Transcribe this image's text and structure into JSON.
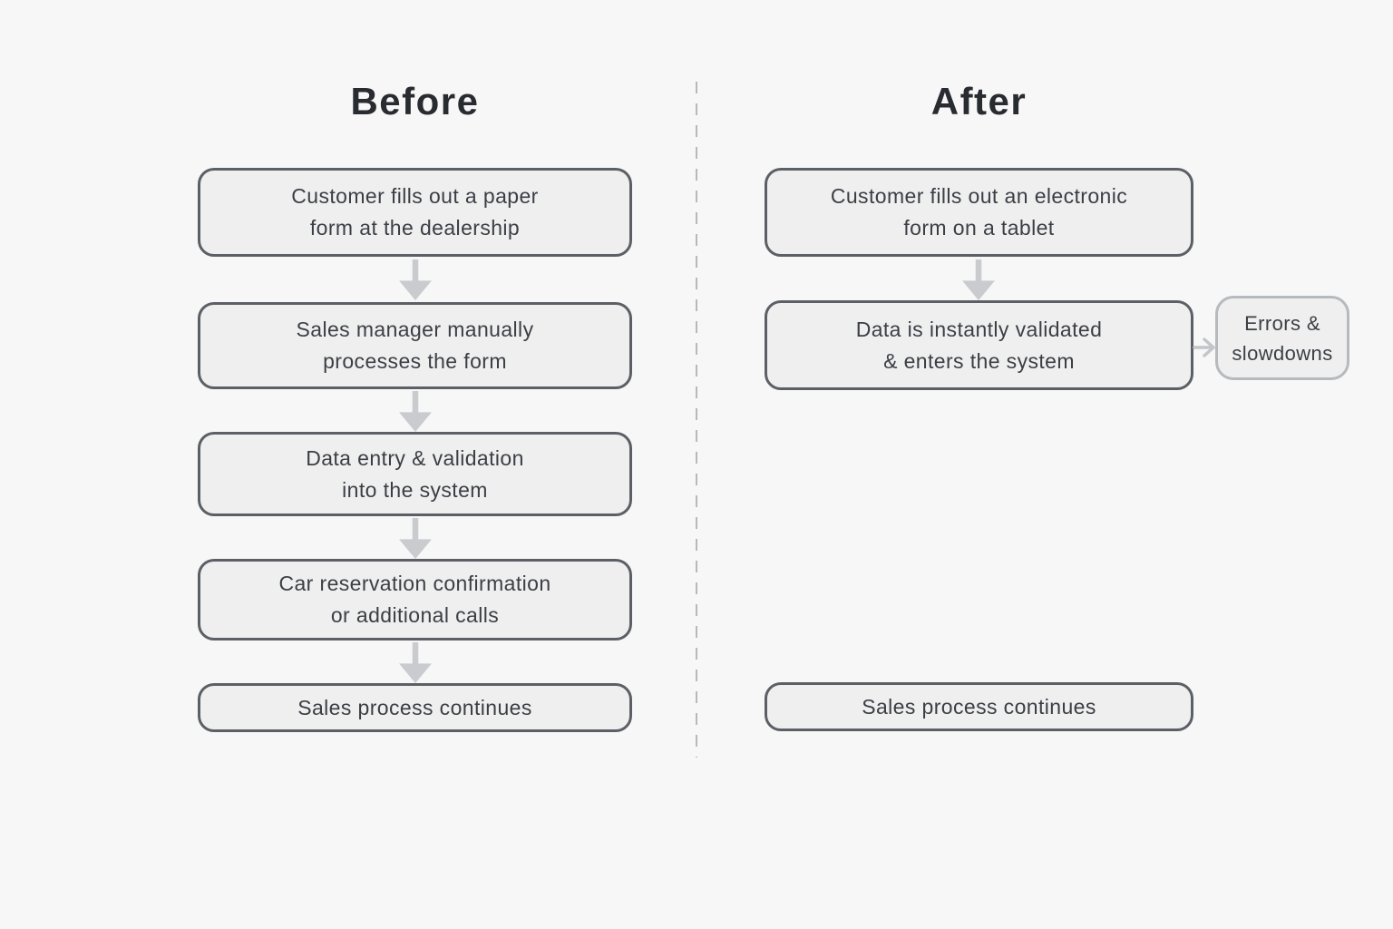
{
  "diagram": {
    "before_column": {
      "title": "Before",
      "steps": [
        {
          "line1": "Customer fills out a paper",
          "line2": "form at the dealership"
        },
        {
          "line1": "Sales manager manually",
          "line2": "processes the form"
        },
        {
          "line1": "Data entry & validation",
          "line2": "into the system"
        },
        {
          "line1": "Car reservation confirmation",
          "line2": "or additional calls"
        },
        {
          "line1": "Sales process continues"
        }
      ]
    },
    "after_column": {
      "title": "After",
      "steps": [
        {
          "line1": "Customer fills out an electronic",
          "line2": "form on a tablet"
        },
        {
          "line1": "Data is instantly validated",
          "line2": "& enters the system"
        },
        {
          "line1": "Sales process continues"
        }
      ],
      "side_note": {
        "line1": "Errors &",
        "line2": "slowdowns"
      }
    },
    "colors": {
      "background": "#f7f7f8",
      "box_fill": "#efeff0",
      "box_border_dark": "#5c6065",
      "box_border_light": "#b7babd",
      "arrow": "#c9cbce",
      "text": "#3b3f44",
      "title": "#282b2f",
      "divider": "#b6b9bc"
    }
  }
}
